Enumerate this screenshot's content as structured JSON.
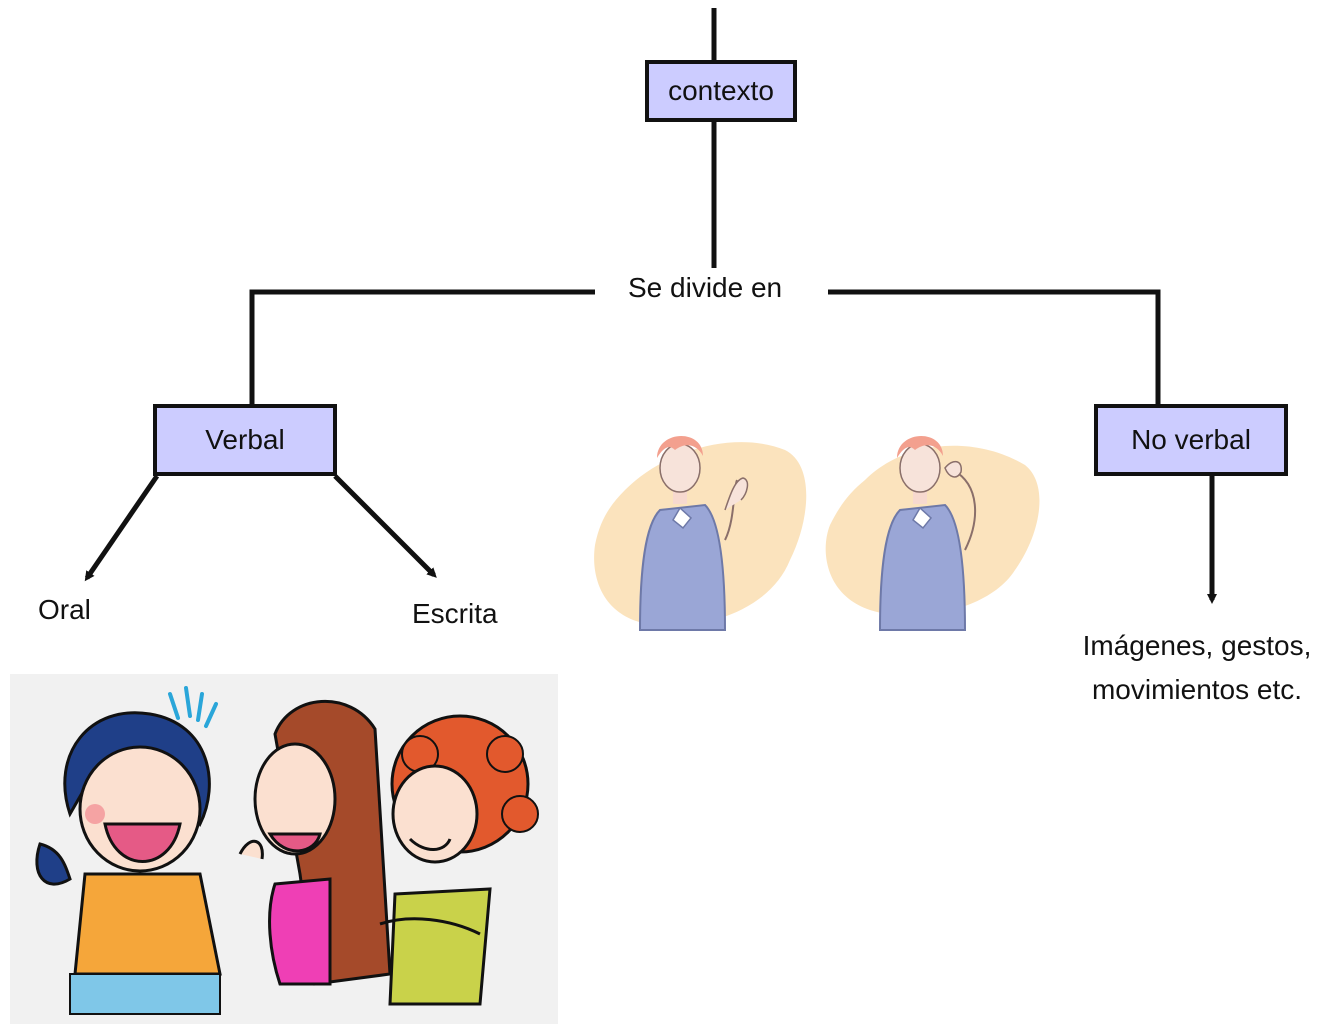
{
  "diagram": {
    "root": "contexto",
    "connector": "Se divide en",
    "branches": {
      "verbal": {
        "label": "Verbal",
        "children": [
          "Oral",
          "Escrita"
        ]
      },
      "no_verbal": {
        "label": "No verbal",
        "description_line1": "Imágenes, gestos,",
        "description_line2": "movimientos etc."
      }
    }
  },
  "colors": {
    "box_fill": "#ccccff",
    "stroke": "#111111",
    "blob": "#fbe3bd",
    "shirt": "#9aa6d6",
    "hair_pink": "#f3a08e"
  },
  "illustrations": {
    "gesture": "woman-gesturing-icons",
    "conversation": "three-women-talking-cartoon"
  }
}
